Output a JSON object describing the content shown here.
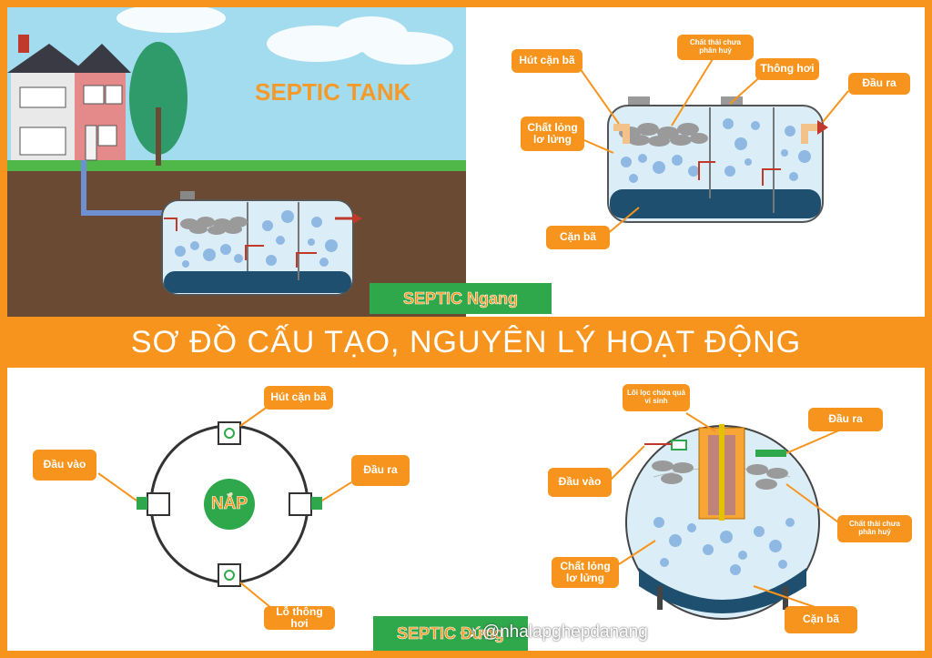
{
  "scene": {
    "title": "SEPTIC TANK"
  },
  "badges": {
    "horizontal": "SEPTIC Ngang",
    "vertical": "SEPTIC Đứng",
    "lid": "NẮP"
  },
  "main_title": "SƠ ĐỒ CẤU TẠO, NGUYÊN LÝ HOẠT ĐỘNG",
  "horizontal_labels": {
    "hut_can_ba": "Hút cặn bã",
    "chat_thai": "Chất thải chưa phân huỷ",
    "thong_hoi": "Thông hơi",
    "dau_ra": "Đầu ra",
    "chat_long": "Chất lỏng lơ lửng",
    "can_ba": "Cặn bã"
  },
  "top_view_labels": {
    "hut_can_ba": "Hút cặn bã",
    "dau_vao": "Đầu vào",
    "dau_ra": "Đầu ra",
    "lo_thong_hoi": "Lỗ thông hơi"
  },
  "vertical_labels": {
    "loi_loc": "Lõi lọc chứa quả vi sinh",
    "dau_ra": "Đầu ra",
    "dau_vao": "Đầu vào",
    "chat_thai": "Chất thải chưa phân huỷ",
    "chat_long": "Chất lỏng lơ lửng",
    "can_ba": "Cặn bã"
  },
  "watermark": "♪ @nhalapghepdanang",
  "colors": {
    "orange": "#f7941d",
    "green": "#2ea84a",
    "water": "#d7ebf7",
    "sludge": "#1e4f6e",
    "bubble": "#8fb8e3"
  }
}
